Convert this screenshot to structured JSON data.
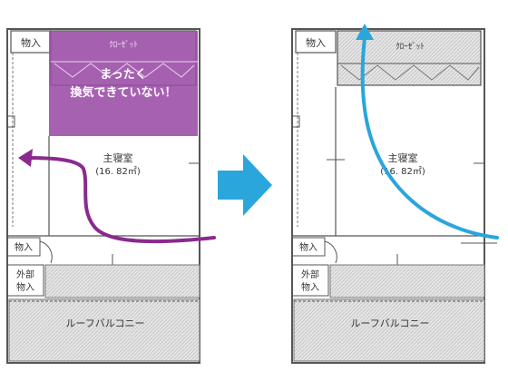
{
  "colors": {
    "before_arrow": "#8a2a8e",
    "after_arrow": "#2aa6dc",
    "highlight": "#9b4ba6",
    "middle_arrow": "#2aa6dc",
    "wall": "#555555",
    "hatch": "#d9d9d9"
  },
  "left_plan": {
    "storage_top": "物入",
    "closet": "ｸﾛｰｾﾞｯﾄ",
    "callout_line1": "まったく",
    "callout_line2": "換気できていない！",
    "room_name": "主寝室",
    "room_area": "(16. 82㎡)",
    "storage_mid": "物入",
    "outdoor_storage_line1": "外部",
    "outdoor_storage_line2": "物入",
    "balcony": "ルーフバルコニー"
  },
  "right_plan": {
    "storage_top": "物入",
    "closet": "ｸﾛｰｾﾞｯﾄ",
    "room_name": "主寝室",
    "room_area": "(16. 82㎡)",
    "storage_mid": "物入",
    "outdoor_storage_line1": "外部",
    "outdoor_storage_line2": "物入",
    "balcony": "ルーフバルコニー"
  },
  "icons": {
    "middle": "right-arrow-icon",
    "before_flow": "airflow-arrow-icon",
    "after_flow": "airflow-arrow-icon"
  }
}
